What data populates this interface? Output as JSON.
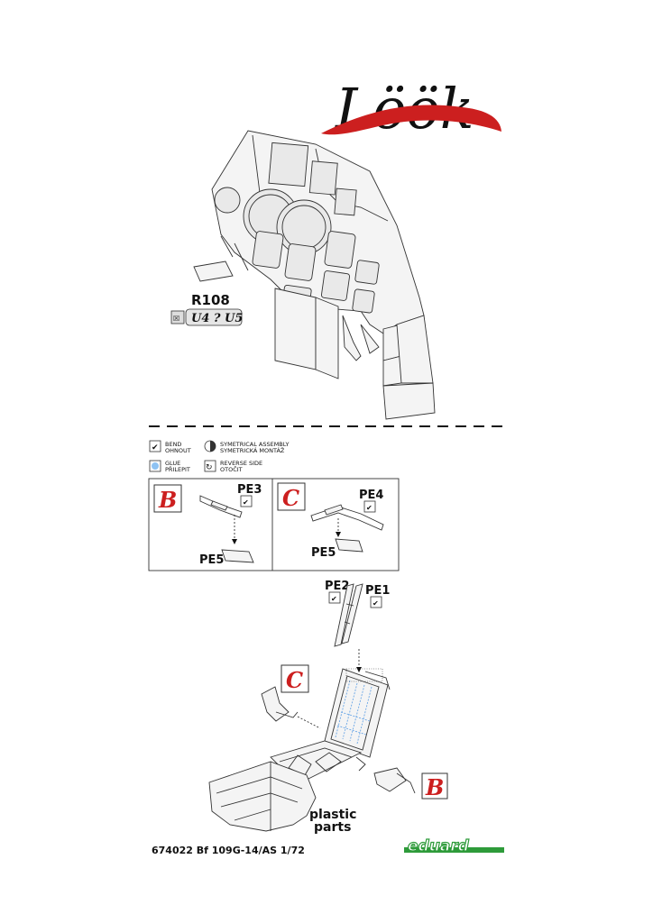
{
  "brand": {
    "look_logo": "Löök",
    "eduard_logo": "eduard"
  },
  "panel": {
    "part": "R108",
    "version_label": "U4 ? U5"
  },
  "legend": {
    "bend": [
      "BEND",
      "OHNOUT"
    ],
    "symmetrical": [
      "SYMETRICAL ASSEMBLY",
      "SYMETRICKÁ MONTÁŽ"
    ],
    "glue": [
      "GLUE",
      "PŘILEPIT"
    ],
    "reverse": [
      "REVERSE SIDE",
      "OTOČIT"
    ]
  },
  "boxes": {
    "b": {
      "letter": "B",
      "part": "PE3",
      "base": "PE5"
    },
    "c": {
      "letter": "C",
      "part": "PE4",
      "base": "PE5"
    }
  },
  "seat": {
    "pe2": "PE2",
    "pe1": "PE1",
    "callout_c": "C",
    "callout_b": "B",
    "plastic_label": [
      "plastic",
      "parts"
    ]
  },
  "footer": {
    "kit": "674022 Bf 109G-14/AS 1/72"
  },
  "colors": {
    "red": "#cc1f1f",
    "eduard_green": "#2e9b3a",
    "glue_blue": "#8ec2f2"
  }
}
